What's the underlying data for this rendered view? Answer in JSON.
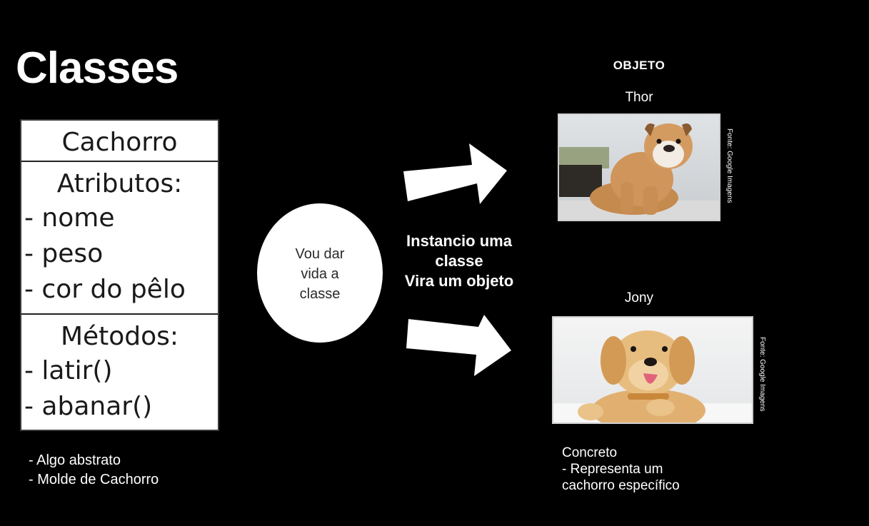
{
  "slide": {
    "title": "Classes"
  },
  "class_box": {
    "name": "Cachorro",
    "attributes_header": "Atributos:",
    "attributes": [
      "- nome",
      "- peso",
      "- cor do pêlo"
    ],
    "methods_header": "Métodos:",
    "methods": [
      "- latir()",
      "- abanar()"
    ]
  },
  "left_notes": [
    "- Algo abstrato",
    "- Molde de Cachorro"
  ],
  "oval": {
    "lines": [
      "Vou dar",
      "vida a",
      "classe"
    ]
  },
  "center_caption": {
    "lines": [
      "Instancio uma",
      "classe",
      "Vira um objeto"
    ]
  },
  "objects": {
    "header": "OBJETO",
    "items": [
      {
        "name": "Thor",
        "image": "bulldog-puppy-photo",
        "credit": "Fonte: Google Imagens"
      },
      {
        "name": "Jony",
        "image": "golden-retriever-puppy-photo",
        "credit": "Fonte: Google Imagens"
      }
    ]
  },
  "right_notes": [
    "Concreto",
    "- Representa um",
    "cachorro específico"
  ],
  "colors": {
    "background": "#000000",
    "foreground": "#ffffff",
    "box_text": "#1a1a1a"
  }
}
